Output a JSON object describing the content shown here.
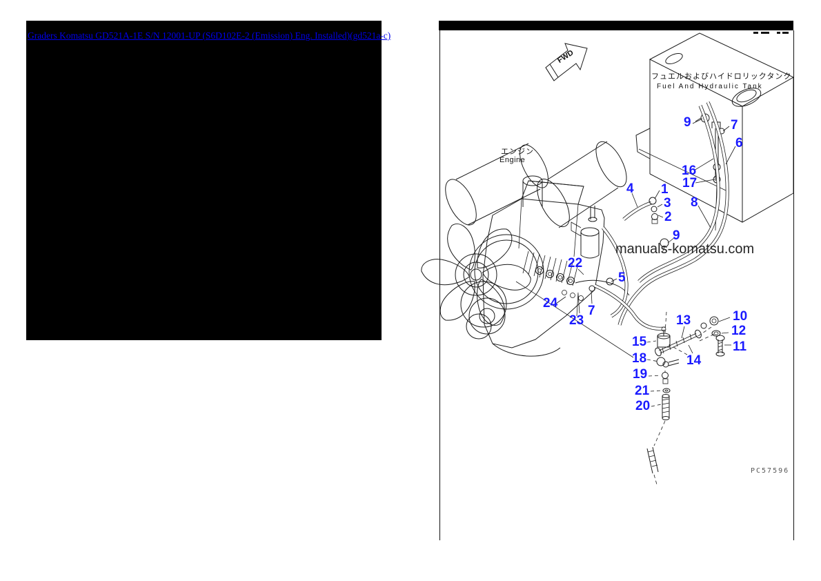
{
  "breadcrumb": {
    "link_text": "Graders Komatsu GD521A-1E S/N 12001-UP (S6D102E-2 (Emission) Eng. Installed)(gd521a-c)",
    "link_color": "#0000EE"
  },
  "diagram": {
    "fwd_label": "FWD",
    "labels": {
      "engine_jp": "エンジン",
      "engine_en": "Engine",
      "tank_jp": "フュエルおよびハイドロリックタンク",
      "tank_en": "Fuel And Hydraulic Tank"
    },
    "watermark": "manuals-komatsu.com",
    "figure_code": "PC57596",
    "callout_color": "#1a1aff",
    "callouts": [
      "9",
      "7",
      "6",
      "16",
      "17",
      "4",
      "1",
      "3",
      "8",
      "2",
      "9",
      "22",
      "5",
      "24",
      "7",
      "23",
      "13",
      "10",
      "12",
      "11",
      "15",
      "14",
      "18",
      "19",
      "21",
      "20"
    ]
  }
}
